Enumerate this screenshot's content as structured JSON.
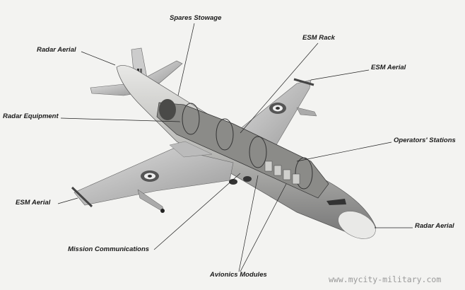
{
  "labels": {
    "spares_stowage": "Spares Stowage",
    "radar_aerial_tail": "Radar Aerial",
    "esm_rack": "ESM Rack",
    "esm_aerial_right": "ESM Aerial",
    "radar_equipment": "Radar Equipment",
    "operators_stations": "Operators' Stations",
    "esm_aerial_left": "ESM Aerial",
    "mission_communications": "Mission Communications",
    "avionics_modules": "Avionics Modules",
    "radar_aerial_nose": "Radar Aerial"
  },
  "watermark": "www.mycity-military.com"
}
